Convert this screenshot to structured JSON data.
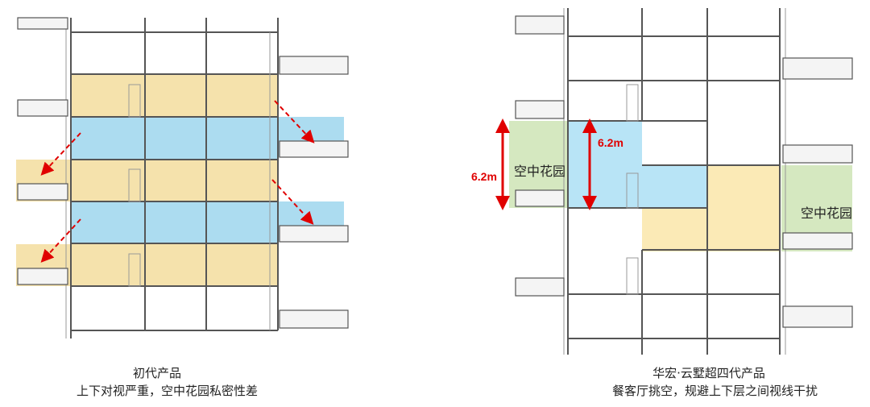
{
  "left_diagram": {
    "caption_title": "初代产品",
    "caption_desc": "上下对视严重，空中花园私密性差"
  },
  "right_diagram": {
    "caption_title": "华宏·云墅超四代产品",
    "caption_desc": "餐客厅挑空，规避上下层之间视线干扰",
    "height_label_outer": "6.2m",
    "height_label_inner": "6.2m",
    "garden_label_left": "空中花园",
    "garden_label_right": "空中花园"
  },
  "colors": {
    "yellow": "#f5e2ac",
    "blue": "#acdcf0",
    "green": "#d5e8c0",
    "arrow": "#e00000"
  }
}
